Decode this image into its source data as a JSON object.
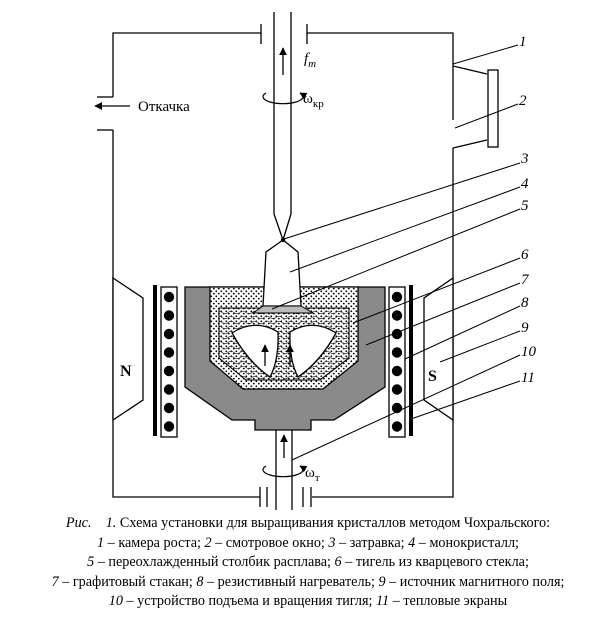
{
  "labels": {
    "pump": "Откачка",
    "f": "f",
    "f_sub": "т",
    "omega_top": "ω",
    "omega_top_sub": "кр",
    "omega_bottom": "ω",
    "omega_bottom_sub": "т",
    "pole_n": "N",
    "pole_s": "S",
    "numbers": [
      "1",
      "2",
      "3",
      "4",
      "5",
      "6",
      "7",
      "8",
      "9",
      "10",
      "11"
    ]
  },
  "caption": {
    "fig_word": "Рис.",
    "fig_num": "1.",
    "title": " Схема установки для выращивания кристаллов методом Чохральского:",
    "items": [
      {
        "n": "1",
        "t": " – камера роста; "
      },
      {
        "n": "2",
        "t": " – смотровое окно; "
      },
      {
        "n": "3",
        "t": " – затравка; "
      },
      {
        "n": "4",
        "t": " – монокристалл;"
      },
      {
        "n": "5",
        "t": " – переохлажденный столбик расплава; "
      },
      {
        "n": "6",
        "t": " – тигель из кварцевого стекла;"
      },
      {
        "n": "7",
        "t": " – графитовый стакан; "
      },
      {
        "n": "8",
        "t": " – резистивный нагреватель; "
      },
      {
        "n": "9",
        "t": " – источник магнитного поля;"
      },
      {
        "n": "10",
        "t": " – устройство подъема и вращения тигля; "
      },
      {
        "n": "11",
        "t": " – тепловые экраны"
      }
    ]
  },
  "colors": {
    "line": "#000000",
    "graphite": "#8a8a8a",
    "melt": "#e6e6e6",
    "crystal": "#ffffff"
  }
}
